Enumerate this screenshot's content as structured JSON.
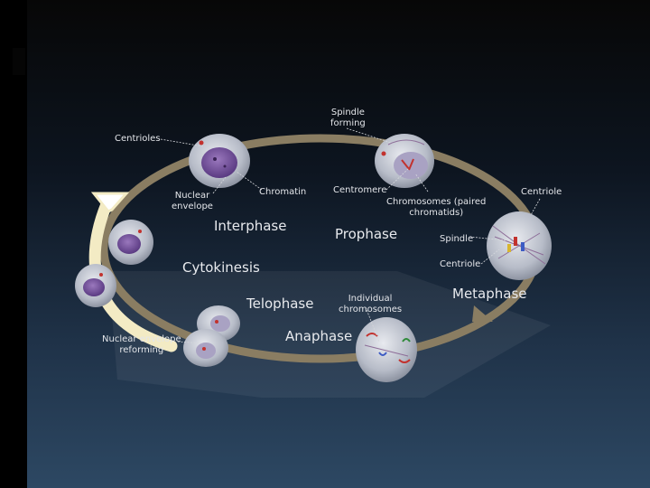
{
  "diagram": {
    "phases": {
      "interphase": "Interphase",
      "prophase": "Prophase",
      "metaphase": "Metaphase",
      "anaphase": "Anaphase",
      "telophase": "Telophase",
      "cytokinesis": "Cytokinesis"
    },
    "labels": {
      "spindle_forming_1": "Spindle",
      "spindle_forming_2": "forming",
      "centrioles": "Centrioles",
      "nuclear_envelope_1": "Nuclear",
      "nuclear_envelope_2": "envelope",
      "chromatin": "Chromatin",
      "centromere": "Centromere",
      "chromosomes_paired_1": "Chromosomes (paired",
      "chromosomes_paired_2": "chromatids)",
      "centriole_top": "Centriole",
      "spindle": "Spindle",
      "centriole_bottom": "Centriole",
      "individual_chromosomes_1": "Individual",
      "individual_chromosomes_2": "chromosomes",
      "nuclear_envelope_reforming_1": "Nuclear envelope",
      "nuclear_envelope_reforming_2": "reforming"
    },
    "colors": {
      "cycle_ring": "#8a7d62",
      "cytokinesis_arrow": "#f3ebc4",
      "cell_membrane": "#c9cdd6",
      "nucleus": "#7d5aa0",
      "chromosome_red": "#c2322e"
    }
  }
}
